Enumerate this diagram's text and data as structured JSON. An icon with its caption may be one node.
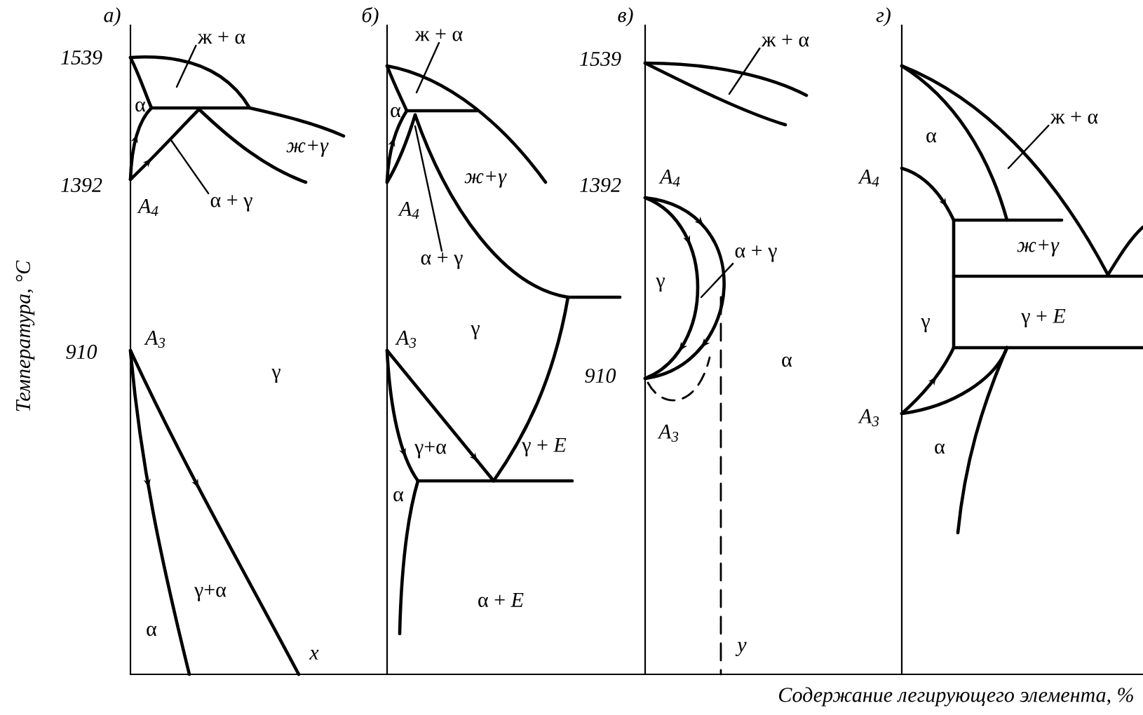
{
  "diagram": {
    "nodes": [
      {
        "text": [
          "ж + α"
        ]
      },
      {
        "text": [
          "α + γ"
        ]
      },
      {
        "text": [
          "ж + α"
        ]
      },
      {
        "text": [
          "α + γ"
        ]
      },
      {
        "text": [
          "ж + α"
        ]
      },
      {
        "text": [
          "α + γ"
        ]
      },
      {
        "text": [
          "ж + α"
        ]
      }
    ],
    "edges": [
      {
        "from": 0,
        "to": null,
        "arrow": "none"
      },
      {
        "from": 1,
        "to": null,
        "arrow": "none"
      },
      {
        "from": 2,
        "to": null,
        "arrow": "none"
      },
      {
        "from": 3,
        "to": null,
        "arrow": "none"
      },
      {
        "from": 4,
        "to": null,
        "arrow": "none"
      },
      {
        "from": 5,
        "to": null,
        "arrow": "none"
      },
      {
        "from": 6,
        "to": null,
        "arrow": "none"
      }
    ],
    "labels": [
      "а)",
      "1539",
      "α",
      "ж+γ",
      "1392",
      "A$_{4}$",
      "910",
      "A$_{3}$",
      "γ",
      "γ+α",
      "α",
      "x",
      "б)",
      "α",
      "ж+γ",
      "A$_{4}$",
      "A$_{3}$",
      "γ",
      "γ+α",
      "γ + *E*",
      "α",
      "α + *E*",
      "в)",
      "1539",
      "1392",
      "A$_{4}$",
      "γ",
      "910",
      "A$_{3}$",
      "α",
      "y",
      "г)",
      "α",
      "A$_{4}$",
      "γ",
      "ж+γ",
      "γ + *E*",
      "A$_{3}$",
      "α",
      "Температура, °С",
      "Содержание легирующего элемента, %"
    ]
  }
}
